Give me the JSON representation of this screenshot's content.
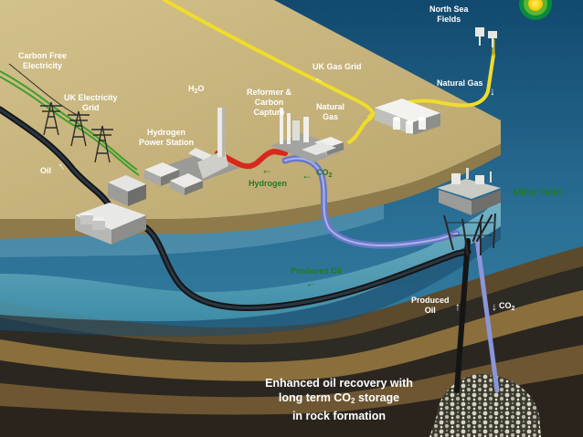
{
  "labels": {
    "north_sea_fields": [
      "North Sea",
      "Fields"
    ],
    "carbon_free_electricity": [
      "Carbon Free",
      "Electricity"
    ],
    "uk_gas_grid": "UK Gas Grid",
    "natural_gas_right": "Natural Gas",
    "uk_electricity_grid": [
      "UK Electricity",
      "Grid"
    ],
    "h2o": [
      "H",
      "2",
      "O"
    ],
    "reformer_carbon_capture": [
      "Reformer &",
      "Carbon",
      "Capture"
    ],
    "natural_gas_plant": [
      "Natural",
      "Gas"
    ],
    "hydrogen_power_station": [
      "Hydrogen",
      "Power Station"
    ],
    "oil": "Oil",
    "co2_green": [
      "CO",
      "2"
    ],
    "hydrogen": "Hydrogen",
    "miller_field": "Miller Field",
    "produced_oil_sea": "Produced Oil",
    "produced_oil_well": [
      "Produced",
      "Oil"
    ],
    "co2_well": [
      "CO",
      "2"
    ],
    "caption": [
      "Enhanced oil recovery with",
      "long term CO",
      "2",
      " storage",
      "in rock formation"
    ]
  },
  "colors": {
    "sea": "#1f5f86",
    "land": "#c9b57f",
    "gas_pipe": "#f0dc2a",
    "oil_pipe": "#151515",
    "hydrogen_pipe": "#d8281e",
    "co2_pipe": "#6a78c8",
    "label_green": "#1f7a22"
  },
  "icons": {
    "logo": "bp-helios-sun-logo"
  }
}
